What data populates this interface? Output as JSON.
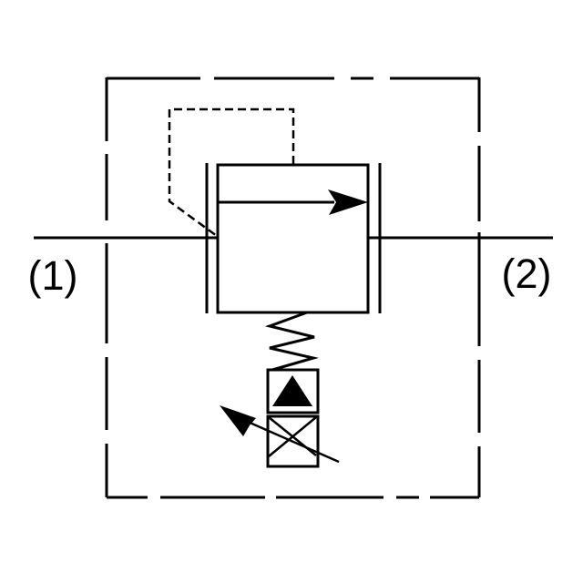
{
  "page": {
    "background_color": "#ffffff",
    "line_color": "#000000"
  },
  "diagram": {
    "name": "pressure-relief-valve-schematic",
    "ports": [
      {
        "label": "(1)"
      },
      {
        "label": "(2)"
      }
    ],
    "components": [
      "enclosure-boundary-dashed",
      "port-flow-line",
      "valve-body-square",
      "flow-direction-arrow",
      "pilot-line-dashed",
      "spring",
      "relief-setting-box",
      "adjustment-arrow"
    ]
  }
}
